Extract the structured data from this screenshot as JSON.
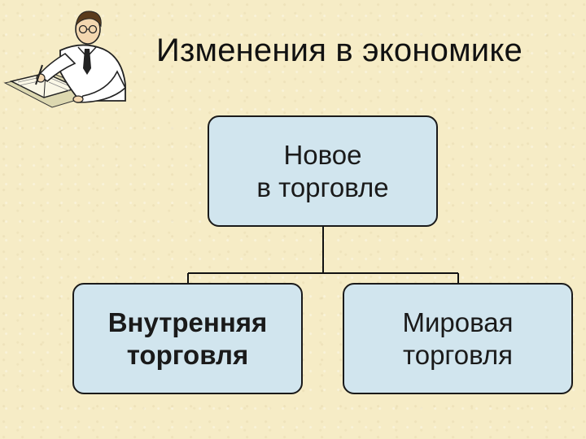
{
  "slide": {
    "title": "Изменения в экономике"
  },
  "diagram": {
    "root": "Новое\nв торговле",
    "children": [
      "Внутренняя\nторговля",
      "Мировая\nторговля"
    ]
  },
  "colors": {
    "background": "#f6ecc6",
    "box_fill": "#d1e5ee",
    "box_border": "#1a1a1a"
  },
  "icons": {
    "clipart": "scientist-writing-icon"
  }
}
